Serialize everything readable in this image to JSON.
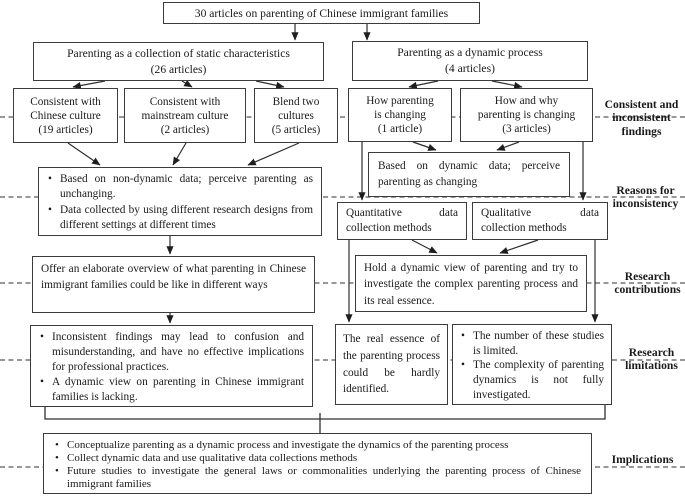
{
  "colors": {
    "background": "#ffffff",
    "box_border": "#3c3c3c",
    "text": "#1a1a1a",
    "connector": "#2f2f2f"
  },
  "nodes": {
    "root": {
      "text": "30 articles on parenting of Chinese immigrant families"
    },
    "static_view": {
      "lines": [
        "Parenting as a collection of static characteristics",
        "(26 articles)"
      ]
    },
    "dynamic_view": {
      "lines": [
        "Parenting as a dynamic process",
        "(4 articles)"
      ]
    },
    "chinese_culture": {
      "lines": [
        "Consistent with",
        "Chinese culture",
        "(19 articles)"
      ]
    },
    "mainstream_culture": {
      "lines": [
        "Consistent with",
        "mainstream culture",
        "(2 articles)"
      ]
    },
    "blend_cultures": {
      "lines": [
        "Blend two",
        "cultures",
        "(5 articles)"
      ]
    },
    "how_changing": {
      "lines": [
        "How parenting",
        "is changing",
        "(1 article)"
      ]
    },
    "how_why_changing": {
      "lines": [
        "How and why",
        "parenting is changing",
        "(3 articles)"
      ]
    },
    "non_dynamic_reasons": {
      "bullets": [
        "Based on non-dynamic data; perceive parenting as unchanging.",
        "Data collected by using different research designs from different settings at different times"
      ]
    },
    "dynamic_reasons": {
      "text": "Based on dynamic data; perceive parenting as changing"
    },
    "quantitative_methods": {
      "text": "Quantitative data collection methods"
    },
    "qualitative_methods": {
      "text": "Qualitative data collection methods"
    },
    "static_contribution": {
      "text": "Offer an elaborate overview of what parenting in Chinese immigrant families could be like in different ways"
    },
    "dynamic_contribution": {
      "text": "Hold a dynamic view of parenting and try to investigate the complex parenting process and its real essence."
    },
    "static_limitations": {
      "bullets": [
        "Inconsistent findings may lead to confusion and misunderstanding, and have no effective implications for professional practices.",
        "A dynamic view on parenting in Chinese immigrant families is lacking."
      ]
    },
    "essence_limitation": {
      "text": "The real essence of the parenting process could be hardly identified."
    },
    "dynamic_limitations": {
      "bullets": [
        "The number of these studies is limited.",
        "The complexity of parenting dynamics is not fully investigated."
      ]
    },
    "implications": {
      "bullets": [
        "Conceptualize parenting as a dynamic process and investigate the dynamics of the parenting process",
        "Collect dynamic data and use qualitative data collections methods",
        "Future studies to investigate the general laws or commonalities underlying the parenting process of Chinese immigrant families"
      ]
    }
  },
  "side_labels": {
    "findings": {
      "lines": [
        "Consistent and",
        "inconsistent",
        "findings"
      ]
    },
    "reasons": {
      "lines": [
        "Reasons for",
        "inconsistency"
      ]
    },
    "contributions": {
      "lines": [
        "Research",
        "contributions"
      ]
    },
    "limitations": {
      "lines": [
        "Research",
        "limitations"
      ]
    },
    "implications_label": {
      "lines": [
        "Implications"
      ]
    }
  }
}
